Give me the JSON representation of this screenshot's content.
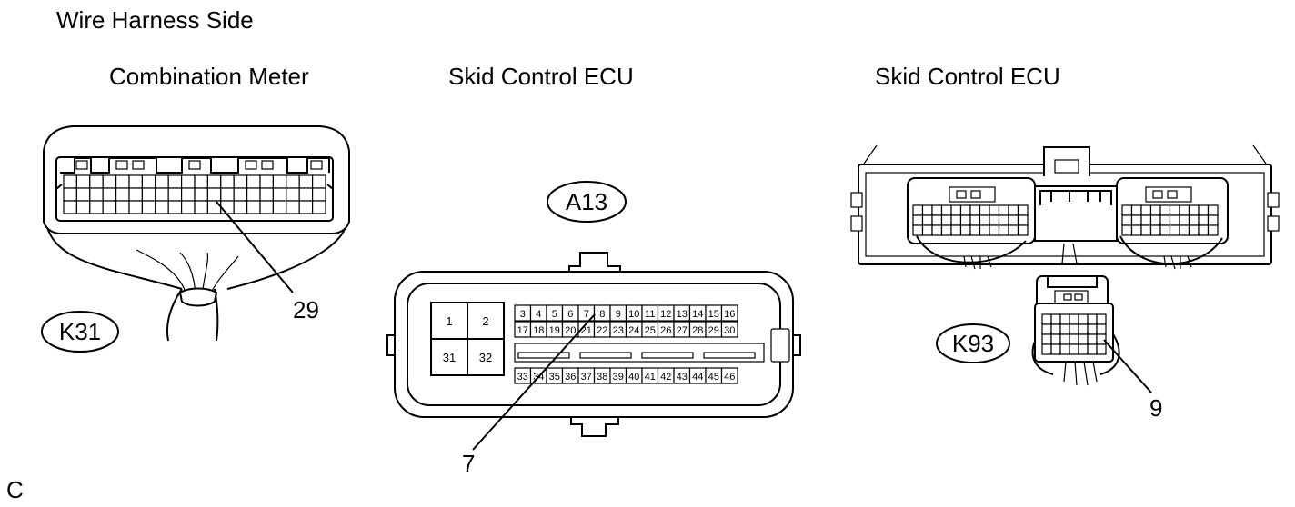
{
  "header": {
    "title": "Wire Harness Side"
  },
  "connectors": [
    {
      "name": "Combination Meter",
      "code": "K31",
      "pin": "29"
    },
    {
      "name": "Skid Control ECU",
      "code": "A13",
      "pin": "7"
    },
    {
      "name": "Skid Control ECU",
      "code": "K93",
      "pin": "9"
    }
  ],
  "a13_pins": {
    "top_row": [
      "3",
      "4",
      "5",
      "6",
      "7",
      "8",
      "9",
      "10",
      "11",
      "12",
      "13",
      "14",
      "15",
      "16"
    ],
    "middle_row": [
      "17",
      "18",
      "19",
      "20",
      "21",
      "22",
      "23",
      "24",
      "25",
      "26",
      "27",
      "28",
      "29",
      "30"
    ],
    "bottom_row": [
      "33",
      "34",
      "35",
      "36",
      "37",
      "38",
      "39",
      "40",
      "41",
      "42",
      "43",
      "44",
      "45",
      "46"
    ],
    "big_pins": [
      "1",
      "2",
      "31",
      "32"
    ]
  },
  "footer": {
    "code": "C"
  }
}
